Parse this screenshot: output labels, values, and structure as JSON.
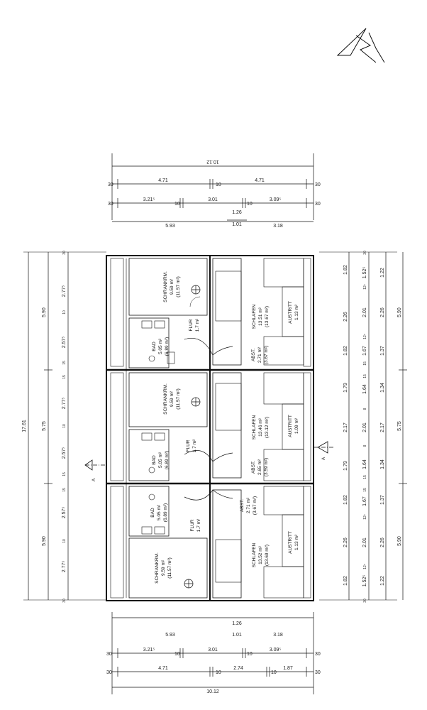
{
  "north_mark": "N",
  "dimensions": {
    "top": {
      "total": "10.12",
      "row1": [
        "30",
        "4.71",
        "10",
        "4.71",
        "30"
      ],
      "row2": [
        "30",
        "3.21⁵",
        "10",
        "3.01",
        "10",
        "3.09⁵",
        "30"
      ],
      "row3": [
        "1.26",
        "1.01"
      ],
      "row4": [
        "5.93",
        "3.18"
      ]
    },
    "bottom": {
      "total": "10.12",
      "row1": [
        "30",
        "4.71",
        "10",
        "2.74",
        "10",
        "1.87",
        "30"
      ],
      "row2": [
        "30",
        "3.21⁵",
        "10",
        "3.01",
        "10",
        "3.09⁵",
        "30"
      ],
      "row3": [
        "1.26",
        "1.01"
      ],
      "row4": [
        "5.93",
        "3.18"
      ]
    },
    "left": {
      "total": "17.61",
      "mid": [
        "5.90",
        "5.75",
        "5.90"
      ],
      "inner": [
        "30",
        "2.77⁵",
        "10",
        "2.57⁵",
        "15",
        "15",
        "2.77⁵",
        "10",
        "2.57⁵",
        "15",
        "15",
        "2.57⁵",
        "10",
        "2.77⁵",
        "30"
      ]
    },
    "right": {
      "outer": [
        "5.90",
        "5.75",
        "5.90"
      ],
      "col_a": [
        "1.82",
        "2.26",
        "1.82",
        "1.79",
        "2.17",
        "1.79",
        "1.82",
        "2.26",
        "1.82"
      ],
      "col_b": [
        "30",
        "1.52⁵",
        "12⁵",
        "2.01",
        "12⁵",
        "1.67",
        "15",
        "15",
        "1.64",
        "8",
        "2.01",
        "8",
        "1.64",
        "15",
        "15",
        "1.67",
        "12⁵",
        "2.01",
        "12⁵",
        "1.52⁵",
        "30"
      ],
      "col_c": [
        "1.22",
        "2.26",
        "1.37",
        "1.34",
        "2.17",
        "1.34",
        "1.37",
        "2.26",
        "1.22"
      ]
    }
  },
  "units": [
    {
      "rooms": [
        {
          "name": "SCHRANKRM.",
          "area": "9.59 m²",
          "area2": "(11.57 m²)"
        },
        {
          "name": "BAD",
          "area": "5.05 m²",
          "area2": "(6.89 m²)"
        },
        {
          "name": "FLUR",
          "area": "1.7 m²"
        },
        {
          "name": "SCHLAFEN",
          "area": "13.51 m²",
          "area2": "(13.67 m²)"
        },
        {
          "name": "ABST.",
          "area": "2.71 m²",
          "area2": "(3.67 m²)"
        },
        {
          "name": "AUSTRITT",
          "area": "1.13 m²"
        }
      ]
    },
    {
      "rooms": [
        {
          "name": "SCHRANKRM.",
          "area": "9.59 m²",
          "area2": "(11.57 m²)"
        },
        {
          "name": "BAD",
          "area": "5.05 m²",
          "area2": "(6.89 m²)"
        },
        {
          "name": "FLUR",
          "area": "1.7 m²"
        },
        {
          "name": "SCHLAFEN",
          "area": "13.46 m²",
          "area2": "(13.12 m²)"
        },
        {
          "name": "ABST.",
          "area": "2.65 m²",
          "area2": "(3.59 m²)"
        },
        {
          "name": "AUSTRITT",
          "area": "1.09 m²"
        }
      ]
    },
    {
      "rooms": [
        {
          "name": "SCHRANKRM.",
          "area": "9.59 m²",
          "area2": "(11.57 m²)"
        },
        {
          "name": "BAD",
          "area": "5.05 m²",
          "area2": "(6.89 m²)"
        },
        {
          "name": "FLUR",
          "area": "1.7 m²"
        },
        {
          "name": "SCHLAFEN",
          "area": "13.52 m²",
          "area2": "(13.69 m²)"
        },
        {
          "name": "ABST.",
          "area": "2.71 m²",
          "area2": "(3.67 m²)"
        },
        {
          "name": "AUSTRITT",
          "area": "1.13 m²"
        }
      ]
    }
  ],
  "section_marks": [
    "A",
    "A"
  ]
}
